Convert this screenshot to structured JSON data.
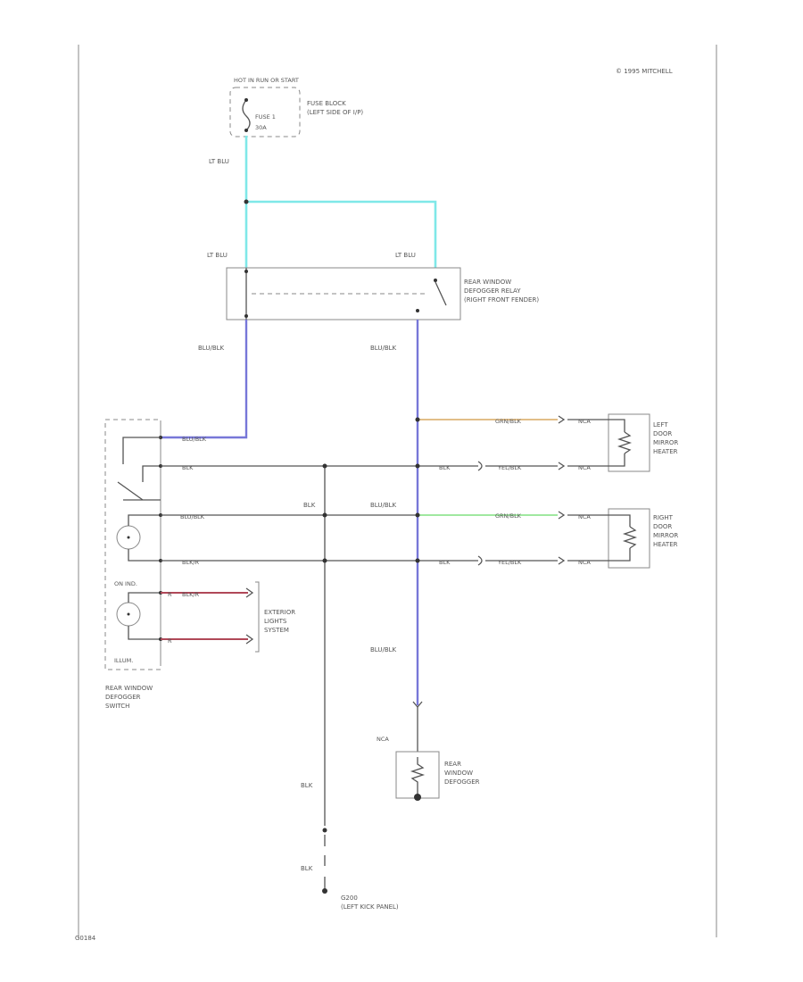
{
  "copyright": "© 1995 MITCHELL",
  "page_code": "G0184",
  "fuse": {
    "power_label": "HOT IN RUN OR START",
    "fuse_name": "FUSE 1",
    "fuse_rating": "30A",
    "block_label": [
      "FUSE BLOCK",
      "(LEFT SIDE OF I/P)"
    ]
  },
  "relay": {
    "label": [
      "REAR WINDOW",
      "DEFOGGER RELAY",
      "(RIGHT FRONT FENDER)"
    ]
  },
  "switch": {
    "label": [
      "REAR WINDOW",
      "DEFOGGER",
      "SWITCH"
    ],
    "indicator_label": "ON IND.",
    "bottom_label": "ILLUM."
  },
  "left_heater": {
    "label": [
      "LEFT",
      "DOOR",
      "MIRROR",
      "HEATER"
    ]
  },
  "right_heater": {
    "label": [
      "RIGHT",
      "DOOR",
      "MIRROR",
      "HEATER"
    ]
  },
  "exterior_lights": {
    "label": [
      "EXTERIOR",
      "LIGHTS",
      "SYSTEM"
    ]
  },
  "defogger": {
    "label": [
      "REAR",
      "WINDOW",
      "DEFOGGER"
    ],
    "connector": "NCA"
  },
  "ground": {
    "label": [
      "G200",
      "(LEFT KICK PANEL)"
    ]
  },
  "wire_labels": {
    "lt_blu_fuse": "LT BLU",
    "lt_blu_relay_left": "LT BLU",
    "lt_blu_relay_right": "LT BLU",
    "blu_blk_relay_left": "BLU/BLK",
    "blu_blk_relay_right": "BLU/BLK",
    "blu_blk_switch": "BLU/BLK",
    "blk_switch": "BLK",
    "blk_pin_left": "BLK",
    "yel_blk_left": "YEL/BLK",
    "blk_mid": "BLK",
    "blu_blk_mid": "BLU/BLK",
    "blu_blk_pin": "BLU/BLK",
    "blk_pin_right": "BLK",
    "yel_blk_right": "YEL/BLK",
    "grn_blk_left": "GRN/BLK",
    "grn_blk_right": "GRN/BLK",
    "red_blk_left_1": "BLK/R",
    "red_blk_left_2": "BLK/R",
    "red_upper_left": "R",
    "red_lower_left": "R",
    "blu_blk_lower": "BLU/BLK",
    "blk_ground_1": "BLK",
    "blk_ground_2": "BLK"
  },
  "connector_codes": {
    "left_heater_top": "NCA",
    "left_heater_bottom": "NCA",
    "right_heater_top": "NCA",
    "right_heater_bottom": "NCA"
  },
  "colors": {
    "lt_blu": "#7fe8e8",
    "blu_blk": "#7777d8",
    "orange": "#d8a860",
    "green": "#80e080",
    "red": "#b04858",
    "black": "#555555"
  }
}
